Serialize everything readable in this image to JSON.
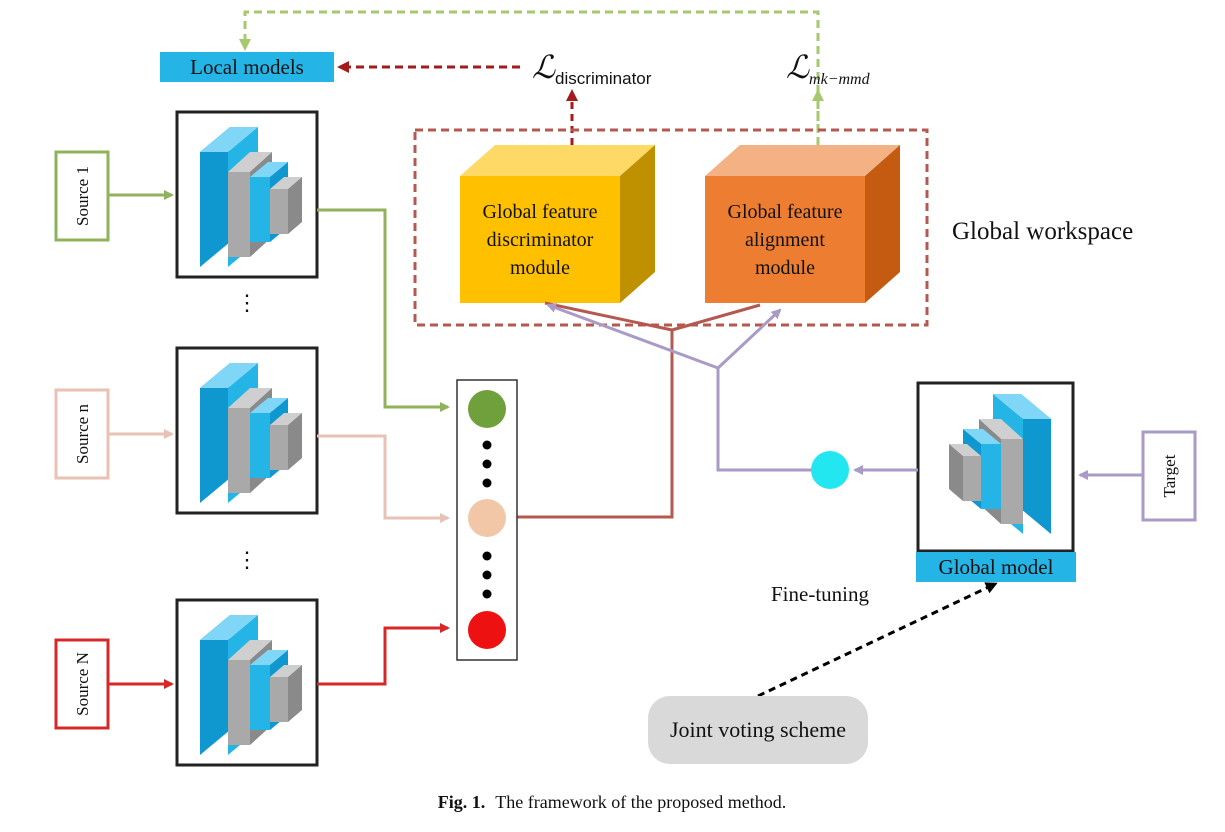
{
  "local_models_label": "Local models",
  "loss_discriminator": {
    "symbol": "ℒ",
    "subscript": "discriminator"
  },
  "loss_mkmmd": {
    "symbol": "ℒ",
    "subscript": "mk−mmd"
  },
  "global_workspace_label": "Global workspace",
  "discriminator_module": {
    "line1": "Global feature",
    "line2": "discriminator",
    "line3": "module"
  },
  "alignment_module": {
    "line1": "Global feature",
    "line2": "alignment",
    "line3": "module"
  },
  "sources": [
    {
      "label": "Source 1",
      "color": "#8fb25a"
    },
    {
      "label": "Source n",
      "color": "#e7c2b5"
    },
    {
      "label": "Source N",
      "color": "#d72828"
    }
  ],
  "target_label": "Target",
  "global_model_label": "Global model",
  "fine_tuning_label": "Fine-tuning",
  "joint_voting_label": "Joint voting scheme",
  "caption": {
    "prefix": "Fig. 1.",
    "text": "The framework of the proposed method."
  },
  "colors": {
    "accent_blue": "#25b4e6",
    "feature_green": "#6fa03c",
    "feature_peach": "#f2c7a8",
    "feature_red": "#ee1111",
    "target_cyan": "#22e6f0",
    "dark_red": "#a31b1b",
    "brown_red": "#b5584f",
    "lavender": "#a99bc6",
    "discriminator_yellow": "#ffc000",
    "alignment_orange": "#ed7d31"
  }
}
